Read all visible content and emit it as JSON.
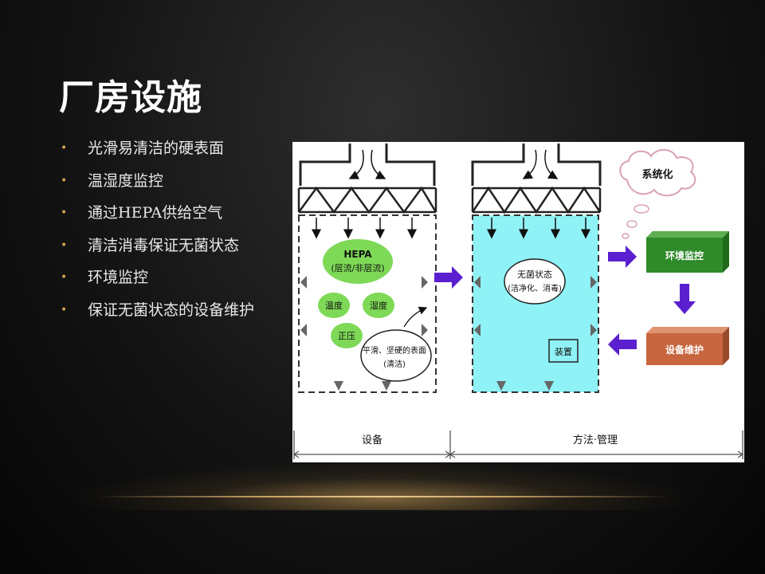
{
  "slide": {
    "title": "厂房设施",
    "bullets": [
      "光滑易清洁的硬表面",
      "温湿度监控",
      "通过HEPA供给空气",
      "清洁消毒保证无菌状态",
      "环境监控",
      "保证无菌状态的设备维护"
    ]
  },
  "diagram": {
    "left_room": {
      "hepa_line1": "HEPA",
      "hepa_line2": "(层流/非层流)",
      "temperature": "温度",
      "humidity": "湿度",
      "positive_pressure": "正压",
      "surface_line1": "平滑、坚硬的表面",
      "surface_line2": "(清洁)"
    },
    "right_room": {
      "sterile_line1": "无菌状态",
      "sterile_line2": "(洁净化、消毒)",
      "device": "装置"
    },
    "cloud": "系统化",
    "env_monitor": "环境监控",
    "equip_maint": "设备维护",
    "label_left": "设备",
    "label_right": "方法·管理",
    "colors": {
      "green_blob": "#7ed957",
      "cyan_room": "#8ff2f6",
      "purple_arrow": "#5b1fd0",
      "green_box": "#2f8a2a",
      "orange_box": "#c8663f",
      "bullet": "#d4a24c"
    }
  }
}
